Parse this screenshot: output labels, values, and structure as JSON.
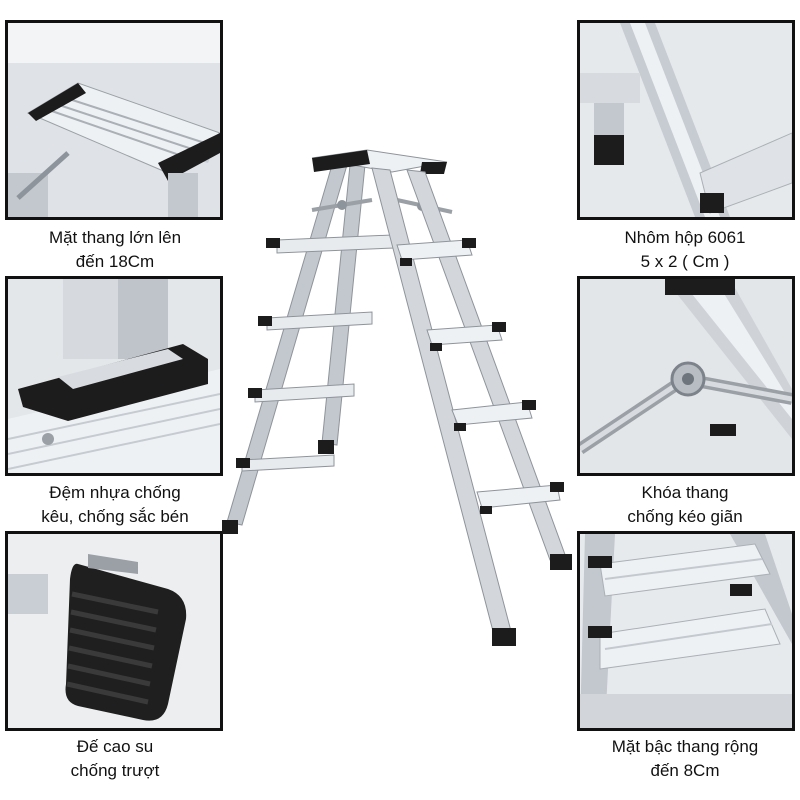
{
  "captions": {
    "top_left": [
      "Mặt thang lớn lên",
      "đến 18Cm"
    ],
    "mid_left": [
      "Đệm nhựa chống",
      "kêu, chống sắc bén"
    ],
    "bottom_left": [
      "Đế cao su",
      "chống trượt"
    ],
    "top_right": [
      "Nhôm hộp 6061",
      "5 x 2 ( Cm )"
    ],
    "mid_right": [
      "Khóa thang",
      "chống kéo giãn"
    ],
    "bottom_right": [
      "Mặt bậc thang rộng",
      "đến 8Cm"
    ]
  },
  "colors": {
    "aluminum_light": "#eef1f4",
    "aluminum_mid": "#c3c8ce",
    "aluminum_dark": "#8e949b",
    "rubber": "#1c1c1c",
    "border": "#111111"
  }
}
